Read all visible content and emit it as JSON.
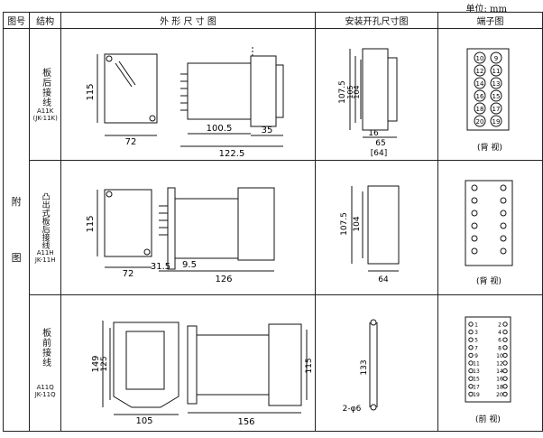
{
  "unit_label": "单位: mm",
  "headers": {
    "fig_no": "图号",
    "structure": "结构",
    "outline": "外 形 尺 寸 图",
    "mounting": "安装开孔尺寸图",
    "terminal": "端子图"
  },
  "fig_label_top": "附",
  "fig_label_bottom": "图",
  "rows": [
    {
      "structure_name": "板后接线",
      "model_codes": [
        "A11K",
        "(JK-11K)"
      ],
      "outline_dims": [
        "115",
        "72",
        "100.5",
        "35",
        "122.5"
      ],
      "mount_dims": [
        "107.5",
        "105",
        "104",
        "16",
        "65",
        "[64]"
      ],
      "terminal_numbers": [
        "10",
        "9",
        "12",
        "11",
        "14",
        "13",
        "16",
        "15",
        "18",
        "17",
        "20",
        "19"
      ],
      "view_label": "(背 视)"
    },
    {
      "structure_name": "凸出式板后接线",
      "model_codes": [
        "A11H",
        "JK-11H"
      ],
      "outline_dims": [
        "115",
        "72",
        "31.5",
        "9.5",
        "126"
      ],
      "mount_dims": [
        "107.5",
        "104",
        "64"
      ],
      "view_label": "(背 视)"
    },
    {
      "structure_name": "板前接线",
      "model_codes": [
        "A11Q",
        "JK-11Q"
      ],
      "outline_dims": [
        "149",
        "125",
        "105",
        "156",
        "115"
      ],
      "mount_dims": [
        "133",
        "2-φ6"
      ],
      "terminal_left": [
        "1",
        "3",
        "5",
        "7",
        "9",
        "11",
        "13",
        "15",
        "17",
        "19"
      ],
      "terminal_right": [
        "2",
        "4",
        "6",
        "8",
        "10",
        "12",
        "14",
        "16",
        "18",
        "20"
      ],
      "view_label": "(前 视)"
    }
  ]
}
